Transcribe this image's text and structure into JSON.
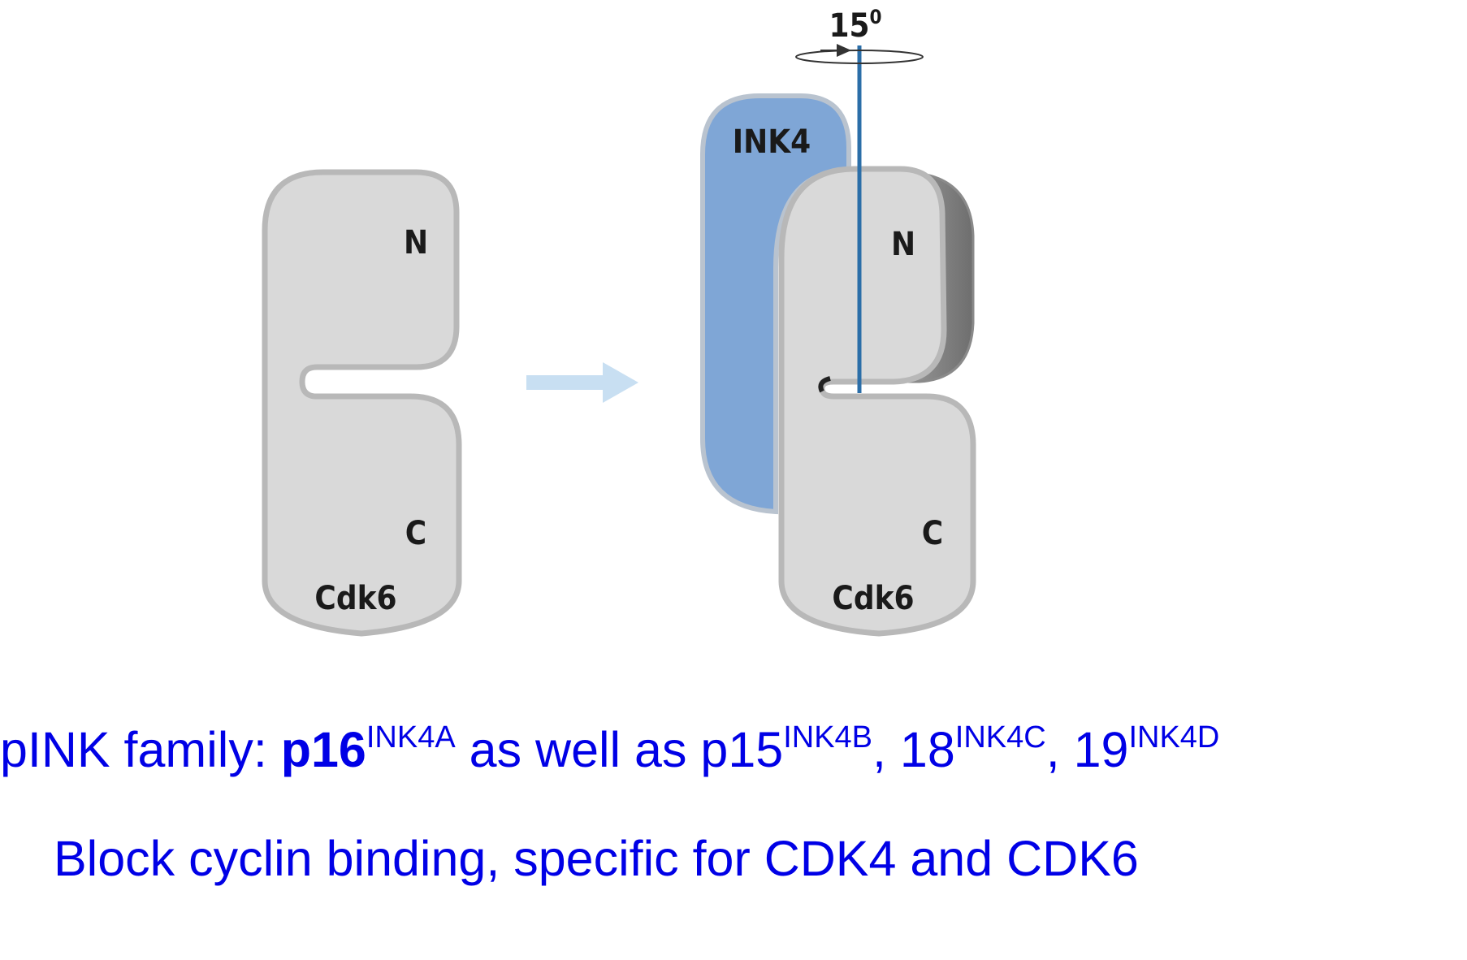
{
  "diagram": {
    "left_domain": {
      "name": "Cdk6",
      "n_label": "N",
      "c_label": "C"
    },
    "right_domain": {
      "name": "Cdk6",
      "n_label": "N",
      "c_label": "C"
    },
    "inhibitor": {
      "name": "INK4"
    },
    "rotation": {
      "angle_number": "15",
      "angle_unit": "0"
    },
    "colors": {
      "domain_fill": "#d9d9d9",
      "domain_edge": "#b8b8b8",
      "ink4_fill": "#7fa6d6",
      "axis": "#2b6ea8",
      "arrow": "#c8dff2",
      "caption_text": "#0000e6"
    }
  },
  "caption": {
    "line1": {
      "prefix": "pINK family: ",
      "p16": "p16",
      "p16_sup": "INK4A",
      "mid": " as well as p15",
      "p15_sup": "INK4B",
      "sep1": ", 18",
      "p18_sup": "INK4C",
      "sep2": ", 19",
      "p19_sup": "INK4D"
    },
    "line2": "Block cyclin binding, specific for CDK4 and CDK6"
  }
}
